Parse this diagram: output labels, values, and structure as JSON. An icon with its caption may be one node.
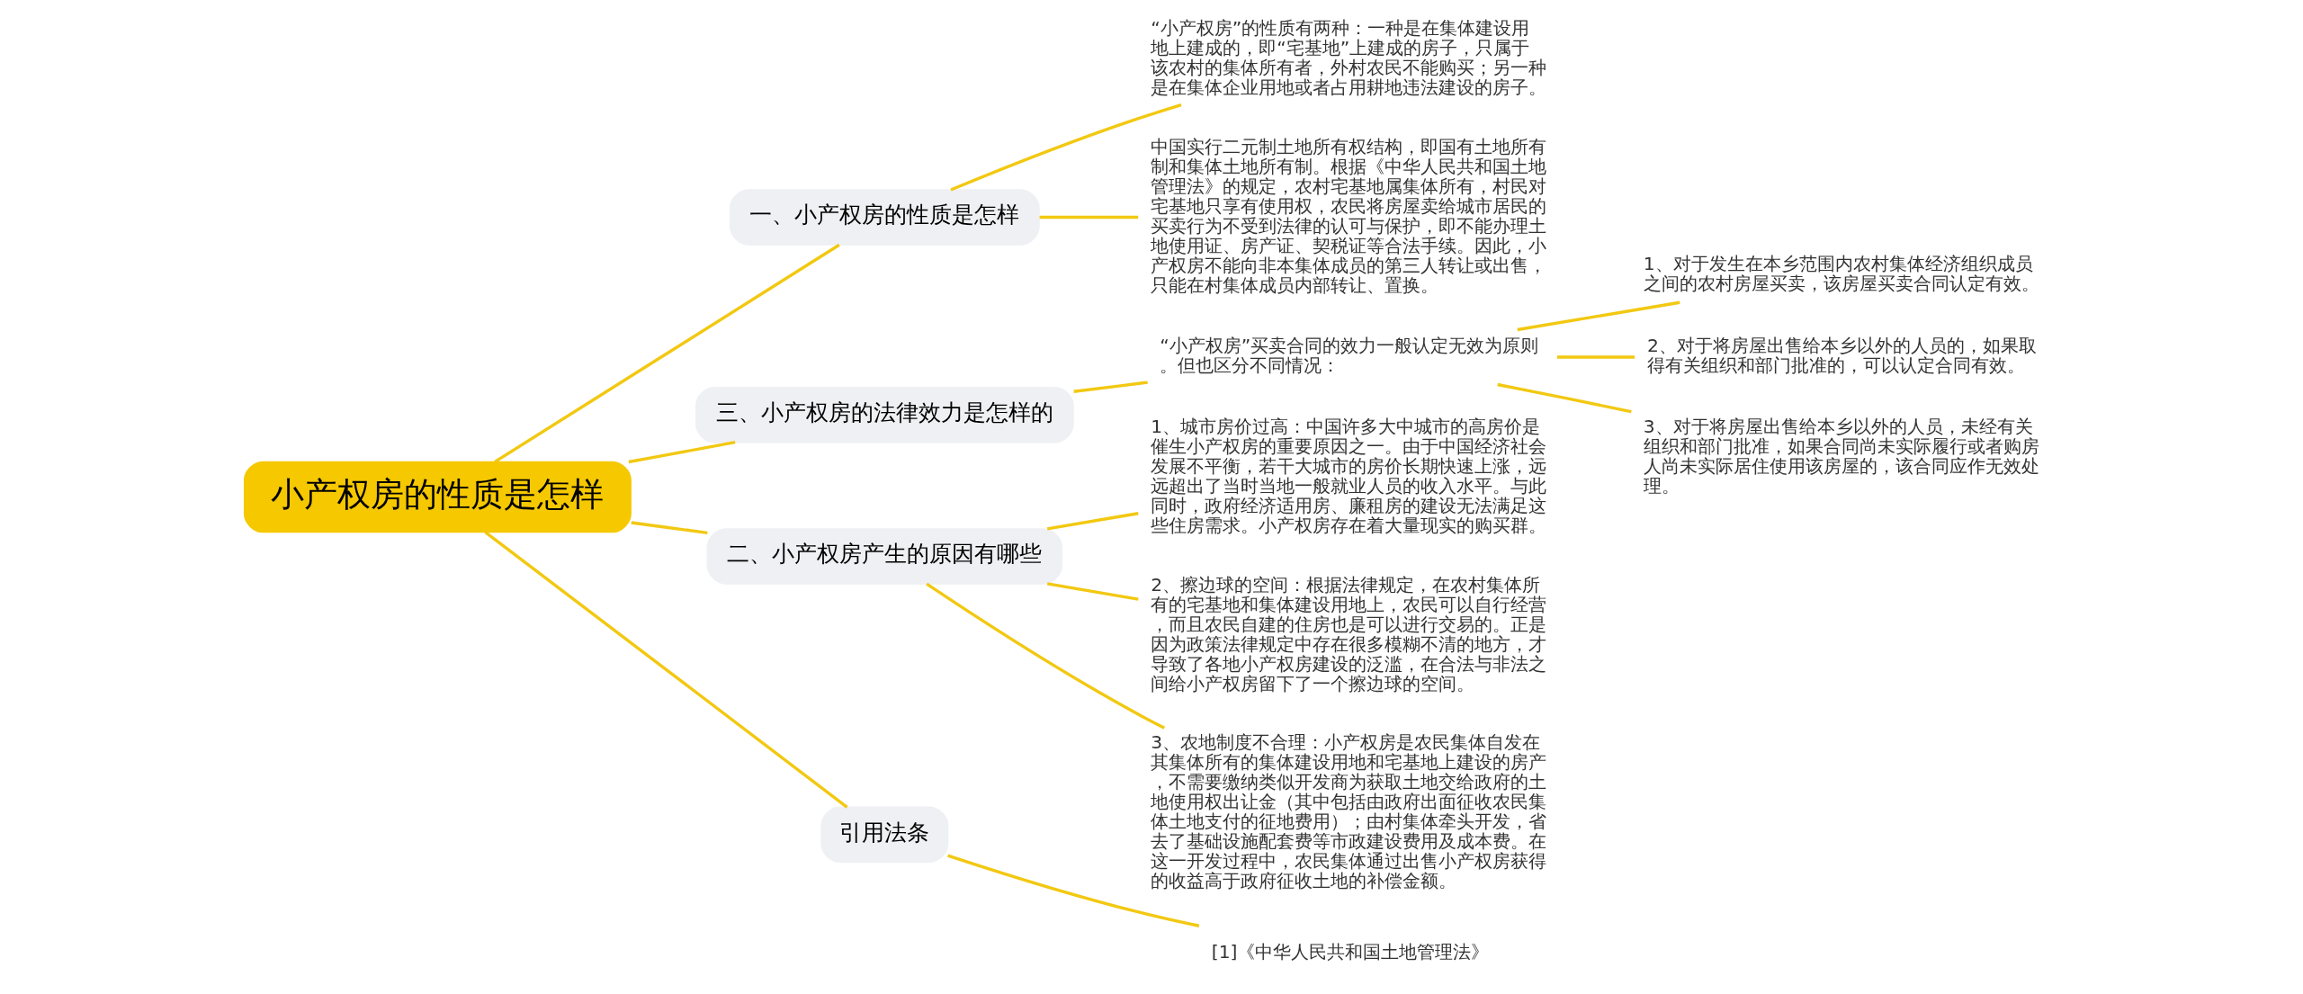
{
  "diagram": {
    "nodes": [
      {
        "text": [
          "小产权房的性质是怎样"
        ]
      },
      {
        "text": [
          "一、小产权房的性质是怎样"
        ]
      },
      {
        "text": [
          "“小产权房”的性质有两种：一种是在集体建设用地上建成的，即“宅基地”上建成的房子，只属于该农村的集体所有者，外村农民不能购买；另一种是在集体企业用地或者占用耕地违法建设的房子。"
        ]
      },
      {
        "text": [
          "中国实行二元制土地所有权结构，即国有土地所有制和集体土地所有制。根据《中华人民共和国土地管理法》的规定，农村宅基地属集体所有，村民对宅基地只享有使用权，农民将房屋卖给城市居民的买卖行为不受到法律的认可与保护，即不能办理土地使用证、房产证、契税证等合法手续。因此，小产权房不能向非本集体成员的第三人转让或出售，只能在村集体成员内部转让、置换。"
        ]
      },
      {
        "text": [
          "三、小产权房的法律效力是怎样的"
        ]
      },
      {
        "text": [
          "“小产权房”买卖合同的效力一般认定无效为原则。但也区分不同情况："
        ]
      },
      {
        "text": [
          "1、对于发生在本乡范围内农村集体经济组织成员之间的农村房屋买卖，该房屋买卖合同认定有效。"
        ]
      },
      {
        "text": [
          "2、对于将房屋出售给本乡以外的人员的，如果取得有关组织和部门批准的，可以认定合同有效。"
        ]
      },
      {
        "text": [
          "3、对于将房屋出售给本乡以外的人员，未经有关组织和部门批准，如果合同尚未实际履行或者购房人尚未实际居住使用该房屋的，该合同应作无效处理。"
        ]
      },
      {
        "text": [
          "二、小产权房产生的原因有哪些"
        ]
      },
      {
        "text": [
          "1、城市房价过高：中国许多大中城市的高房价是催生小产权房的重要原因之一。由于中国经济社会发展不平衡，若干大城市的房价长期快速上涨，远远超出了当时当地一般就业人员的收入水平。与此同时，政府经济适用房、廉租房的建设无法满足这些住房需求。小产权房存在着大量现实的购买群。"
        ]
      },
      {
        "text": [
          "2、擦边球的空间：根据法律规定，在农村集体所有的宅基地和集体建设用地上，农民可以自行经营，而且农民自建的住房也是可以进行交易的。正是因为政策法律规定中存在很多模糊不清的地方，才导致了各地小产权房建设的泛滥，在合法与非法之间给小产权房留下了一个擦边球的空间。"
        ]
      },
      {
        "text": [
          "3、农地制度不合理：小产权房是农民集体自发在其集体所有的集体建设用地和宅基地上建设的房产，不需要缴纳类似开发商为获取土地交给政府的土地使用权出让金（其中包括由政府出面征收农民集体土地支付的征地费用）；由村集体牵头开发，省去了基础设施配套费等市政建设费用及成本费。在这一开发过程中，农民集体通过出售小产权房获得的收益高于政府征收土地的补偿金额。"
        ]
      },
      {
        "text": [
          "引用法条"
        ]
      },
      {
        "text": [
          "[1]《中华人民共和国土地管理法》"
        ]
      }
    ],
    "edges": [
      {
        "from": 0,
        "to": 1,
        "arrow": "none"
      },
      {
        "from": 1,
        "to": 2,
        "arrow": "none"
      },
      {
        "from": 1,
        "to": 3,
        "arrow": "none"
      },
      {
        "from": 0,
        "to": 4,
        "arrow": "none"
      },
      {
        "from": 4,
        "to": 5,
        "arrow": "none"
      },
      {
        "from": 5,
        "to": 6,
        "arrow": "none"
      },
      {
        "from": 5,
        "to": 7,
        "arrow": "none"
      },
      {
        "from": 5,
        "to": 8,
        "arrow": "none"
      },
      {
        "from": 0,
        "to": 9,
        "arrow": "none"
      },
      {
        "from": 9,
        "to": 10,
        "arrow": "none"
      },
      {
        "from": 9,
        "to": 11,
        "arrow": "none"
      },
      {
        "from": 9,
        "to": 12,
        "arrow": "none"
      },
      {
        "from": 0,
        "to": 13,
        "arrow": "none"
      },
      {
        "from": 13,
        "to": 14,
        "arrow": "none"
      }
    ]
  }
}
